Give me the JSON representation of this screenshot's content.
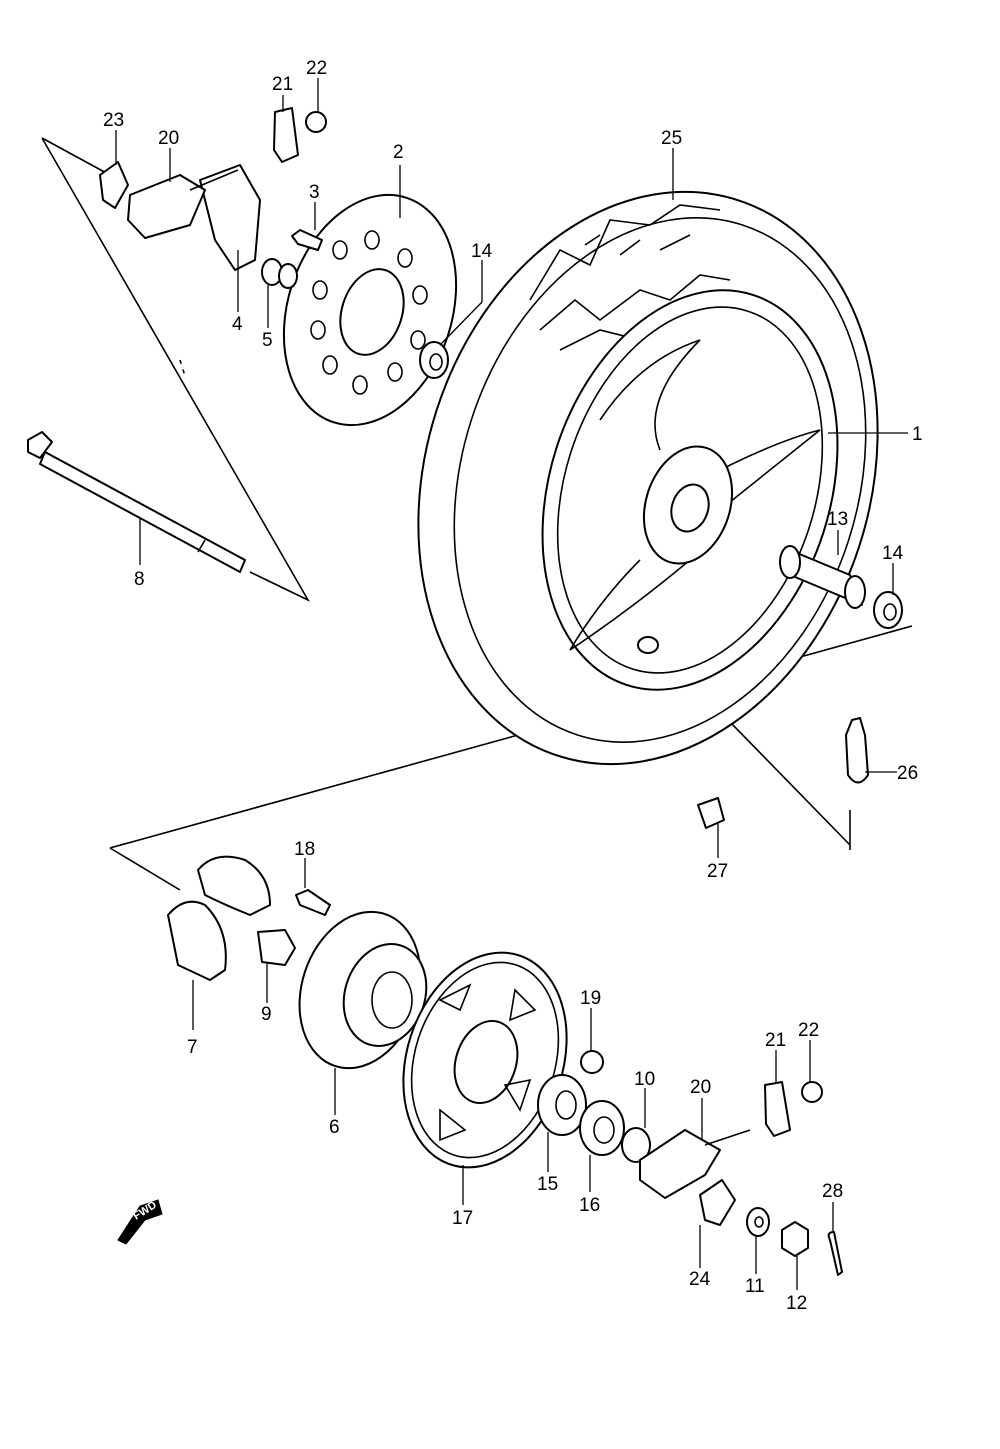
{
  "diagram": {
    "fwd_label": "FWD",
    "callouts": [
      {
        "id": "c1",
        "text": "1"
      },
      {
        "id": "c2",
        "text": "2"
      },
      {
        "id": "c3",
        "text": "3"
      },
      {
        "id": "c4",
        "text": "4"
      },
      {
        "id": "c5",
        "text": "5"
      },
      {
        "id": "c6",
        "text": "6"
      },
      {
        "id": "c7",
        "text": "7"
      },
      {
        "id": "c8",
        "text": "8"
      },
      {
        "id": "c9",
        "text": "9"
      },
      {
        "id": "c10",
        "text": "10"
      },
      {
        "id": "c11",
        "text": "11"
      },
      {
        "id": "c12",
        "text": "12"
      },
      {
        "id": "c13",
        "text": "13"
      },
      {
        "id": "c14a",
        "text": "14"
      },
      {
        "id": "c14b",
        "text": "14"
      },
      {
        "id": "c15",
        "text": "15"
      },
      {
        "id": "c16",
        "text": "16"
      },
      {
        "id": "c17",
        "text": "17"
      },
      {
        "id": "c18",
        "text": "18"
      },
      {
        "id": "c19",
        "text": "19"
      },
      {
        "id": "c20a",
        "text": "20"
      },
      {
        "id": "c20b",
        "text": "20"
      },
      {
        "id": "c21a",
        "text": "21"
      },
      {
        "id": "c21b",
        "text": "21"
      },
      {
        "id": "c22a",
        "text": "22"
      },
      {
        "id": "c22b",
        "text": "22"
      },
      {
        "id": "c23",
        "text": "23"
      },
      {
        "id": "c24",
        "text": "24"
      },
      {
        "id": "c25",
        "text": "25"
      },
      {
        "id": "c26",
        "text": "26"
      },
      {
        "id": "c27",
        "text": "27"
      },
      {
        "id": "c28",
        "text": "28"
      }
    ]
  }
}
